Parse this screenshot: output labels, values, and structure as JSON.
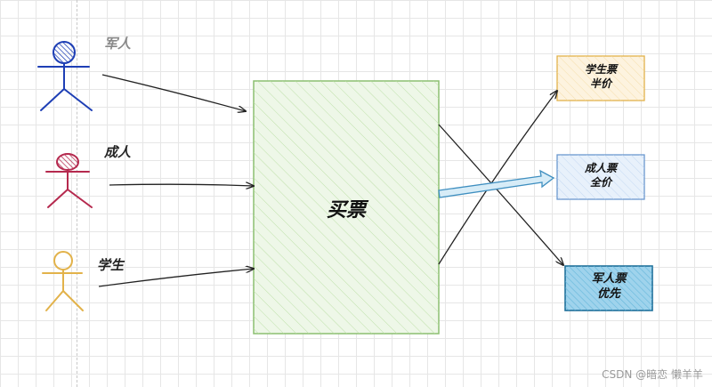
{
  "actors": [
    {
      "label": "军人",
      "color": "#1e3fb5",
      "label_color": "#888888"
    },
    {
      "label": "成人",
      "color": "#b5294e",
      "label_color": "#222222"
    },
    {
      "label": "学生",
      "color": "#e2b24a",
      "label_color": "#222222"
    }
  ],
  "process": {
    "label": "买票",
    "fill": "#e3f2d8",
    "stroke": "#8cbf70"
  },
  "tickets": [
    {
      "line1": "学生票",
      "line2": "半价",
      "fill": "#fdf3df",
      "stroke": "#e2b24a"
    },
    {
      "line1": "成人票",
      "line2": "全价",
      "fill": "#e3eefa",
      "stroke": "#6b98cf"
    },
    {
      "line1": "军人票",
      "line2": "优先",
      "fill": "#2f8fbf",
      "stroke": "#1e6f99"
    }
  ],
  "footer": "CSDN @暗恋 懒羊羊"
}
